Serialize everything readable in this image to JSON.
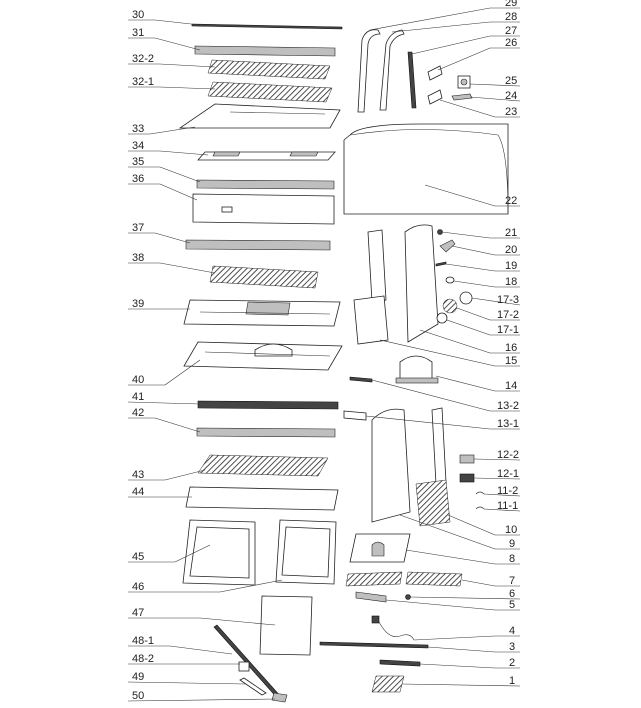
{
  "parts_left": [
    {
      "id": "p30",
      "label": "30"
    },
    {
      "id": "p31",
      "label": "31"
    },
    {
      "id": "p32_2",
      "label": "32-2"
    },
    {
      "id": "p32_1",
      "label": "32-1"
    },
    {
      "id": "p33",
      "label": "33"
    },
    {
      "id": "p34",
      "label": "34"
    },
    {
      "id": "p35",
      "label": "35"
    },
    {
      "id": "p36",
      "label": "36"
    },
    {
      "id": "p37",
      "label": "37"
    },
    {
      "id": "p38",
      "label": "38"
    },
    {
      "id": "p39",
      "label": "39"
    },
    {
      "id": "p40",
      "label": "40"
    },
    {
      "id": "p41",
      "label": "41"
    },
    {
      "id": "p42",
      "label": "42"
    },
    {
      "id": "p43",
      "label": "43"
    },
    {
      "id": "p44",
      "label": "44"
    },
    {
      "id": "p45",
      "label": "45"
    },
    {
      "id": "p46",
      "label": "46"
    },
    {
      "id": "p47",
      "label": "47"
    },
    {
      "id": "p48_1",
      "label": "48-1"
    },
    {
      "id": "p48_2",
      "label": "48-2"
    },
    {
      "id": "p49",
      "label": "49"
    },
    {
      "id": "p50",
      "label": "50"
    }
  ],
  "parts_right": [
    {
      "id": "p29",
      "label": "29"
    },
    {
      "id": "p28",
      "label": "28"
    },
    {
      "id": "p27",
      "label": "27"
    },
    {
      "id": "p26",
      "label": "26"
    },
    {
      "id": "p25",
      "label": "25"
    },
    {
      "id": "p24",
      "label": "24"
    },
    {
      "id": "p23",
      "label": "23"
    },
    {
      "id": "p22",
      "label": "22"
    },
    {
      "id": "p21",
      "label": "21"
    },
    {
      "id": "p20",
      "label": "20"
    },
    {
      "id": "p19",
      "label": "19"
    },
    {
      "id": "p18",
      "label": "18"
    },
    {
      "id": "p17_3",
      "label": "17-3"
    },
    {
      "id": "p17_2",
      "label": "17-2"
    },
    {
      "id": "p17_1",
      "label": "17-1"
    },
    {
      "id": "p16",
      "label": "16"
    },
    {
      "id": "p15",
      "label": "15"
    },
    {
      "id": "p14",
      "label": "14"
    },
    {
      "id": "p13_2",
      "label": "13-2"
    },
    {
      "id": "p13_1",
      "label": "13-1"
    },
    {
      "id": "p12_2",
      "label": "12-2"
    },
    {
      "id": "p12_1",
      "label": "12-1"
    },
    {
      "id": "p11_2",
      "label": "11-2"
    },
    {
      "id": "p11_1",
      "label": "11-1"
    },
    {
      "id": "p10",
      "label": "10"
    },
    {
      "id": "p9",
      "label": "9"
    },
    {
      "id": "p8",
      "label": "8"
    },
    {
      "id": "p7",
      "label": "7"
    },
    {
      "id": "p6",
      "label": "6"
    },
    {
      "id": "p5",
      "label": "5"
    },
    {
      "id": "p4",
      "label": "4"
    },
    {
      "id": "p3",
      "label": "3"
    },
    {
      "id": "p2",
      "label": "2"
    },
    {
      "id": "p1",
      "label": "1"
    }
  ]
}
